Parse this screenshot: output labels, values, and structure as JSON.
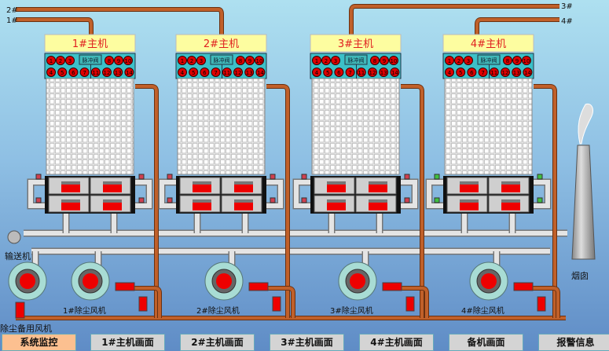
{
  "inputs": [
    {
      "label": "1#"
    },
    {
      "label": "2#"
    },
    {
      "label": "3#"
    },
    {
      "label": "4#"
    }
  ],
  "units": [
    {
      "title": "1#主机",
      "pulse_label": "脉冲阀",
      "fan_label": "1#除尘风机"
    },
    {
      "title": "2#主机",
      "pulse_label": "脉冲阀",
      "fan_label": "2#除尘风机"
    },
    {
      "title": "3#主机",
      "pulse_label": "脉冲阀",
      "fan_label": "3#除尘风机"
    },
    {
      "title": "4#主机",
      "pulse_label": "脉冲阀",
      "fan_label": "4#除尘风机"
    }
  ],
  "valves_row1": [
    "1",
    "2",
    "3",
    "8",
    "9",
    "10"
  ],
  "valves_row2": [
    "4",
    "5",
    "6",
    "7",
    "11",
    "12",
    "13",
    "14"
  ],
  "labels": {
    "conveyor": "输送机",
    "backup_fan": "除尘备用风机",
    "chimney": "烟囱"
  },
  "nav": [
    {
      "label": "系统监控",
      "active": true
    },
    {
      "label": "1#主机画面"
    },
    {
      "label": "2#主机画面"
    },
    {
      "label": "3#主机画面"
    },
    {
      "label": "4#主机画面"
    },
    {
      "label": "备机画面"
    },
    {
      "label": "报警信息"
    }
  ],
  "colors": {
    "copper": "#c0602a",
    "valve": "#e00000",
    "panel": "#3cc0c8",
    "title_bg": "#fdfda0",
    "active_nav": "#fcc090"
  }
}
